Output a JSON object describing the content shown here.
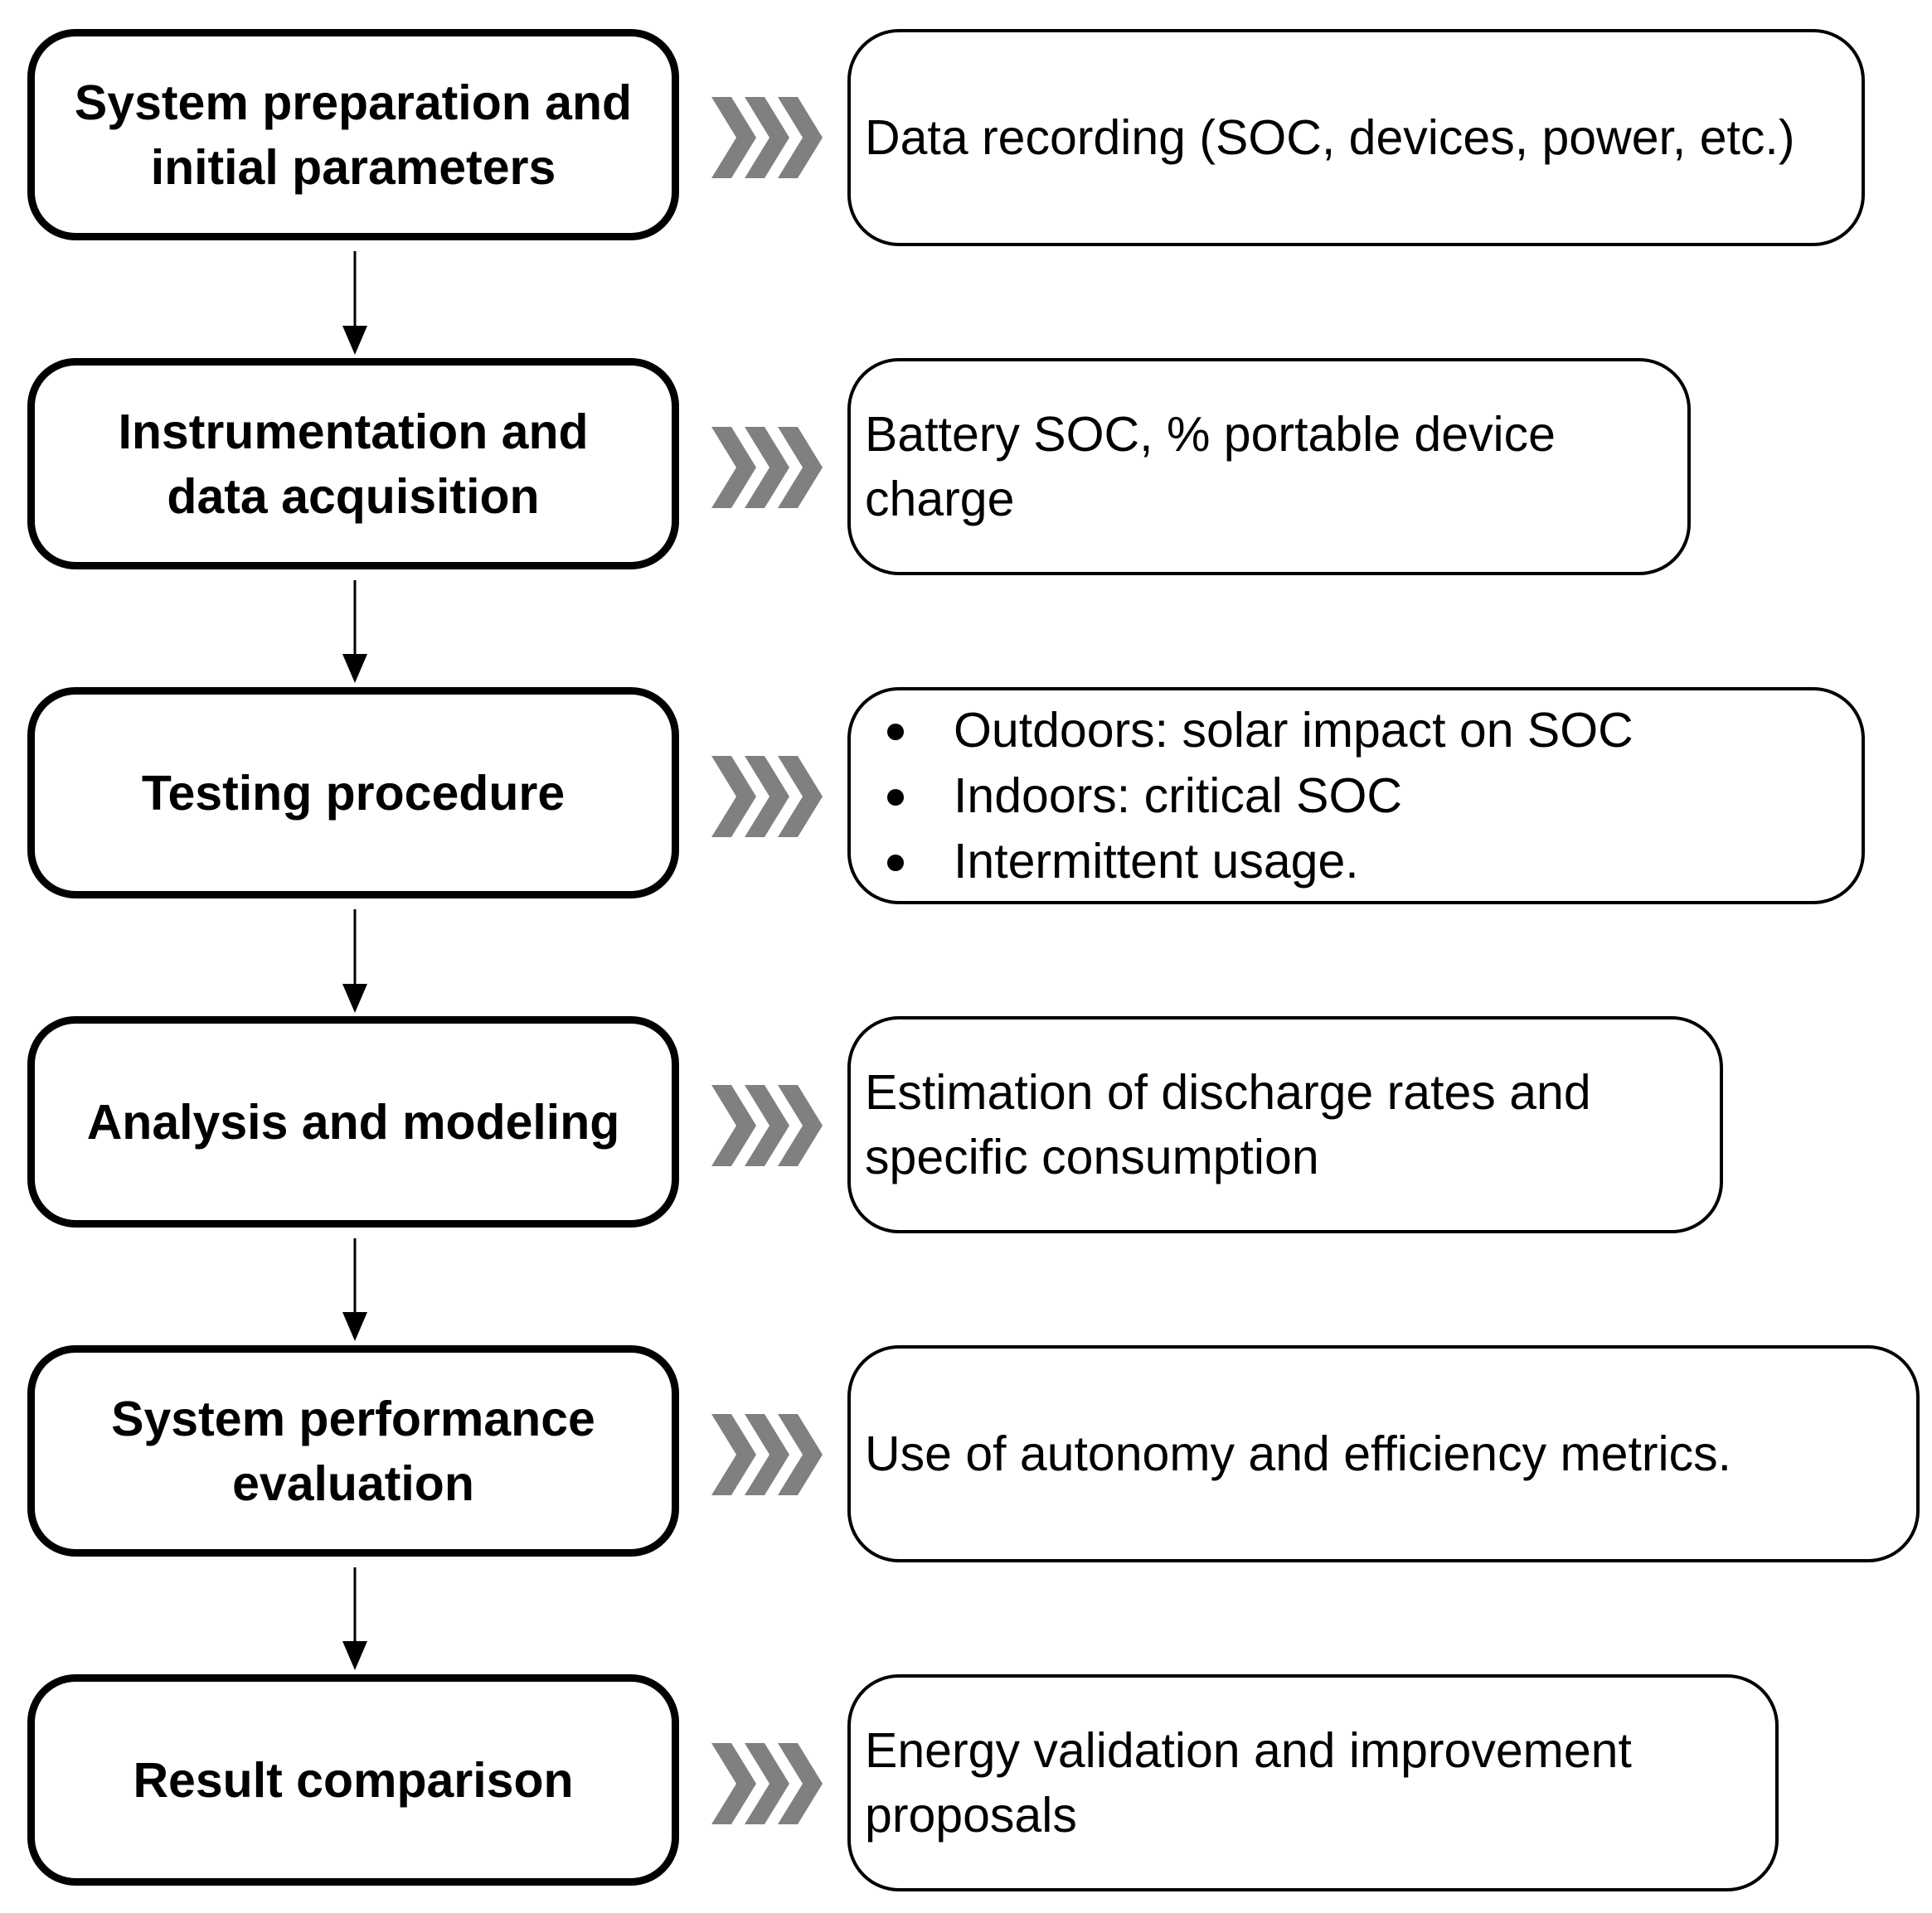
{
  "colors": {
    "border": "#000000",
    "chevron": "#808080",
    "background": "#ffffff"
  },
  "icons": {
    "flow_arrow": "arrow-down-icon",
    "chevron": "triple-chevron-right-icon"
  },
  "steps": [
    {
      "label": "System preparation and\ninitial parameters",
      "detail": "Data recording (SOC, devices, power, etc.)"
    },
    {
      "label": "Instrumentation and\ndata acquisition",
      "detail": "Battery SOC, % portable device charge"
    },
    {
      "label": "Testing procedure",
      "detail_items": [
        "Outdoors: solar impact on SOC",
        "Indoors: critical SOC",
        "Intermittent usage."
      ]
    },
    {
      "label": "Analysis and modeling",
      "detail": "Estimation of discharge rates and specific consumption"
    },
    {
      "label": "System performance\nevaluation",
      "detail": "Use of autonomy and efficiency metrics."
    },
    {
      "label": "Result comparison",
      "detail": "Energy validation and improvement proposals"
    }
  ]
}
